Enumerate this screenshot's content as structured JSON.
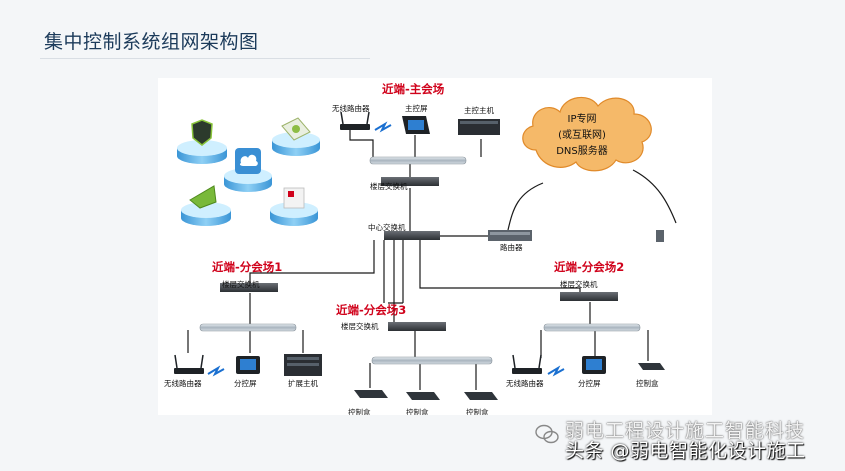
{
  "page": {
    "title": "集中控制系统组网架构图"
  },
  "diagram": {
    "section_main": "近端-主会场",
    "section_b1": "近端-分会场1",
    "section_b2": "近端-分会场2",
    "section_b3": "近端-分会场3",
    "cloud": [
      "IP专网",
      "(或互联网)",
      "DNS服务器"
    ],
    "labels": {
      "wireless_router": "无线路由器",
      "main_screen": "主控屏",
      "main_host": "主控主机",
      "floor_switch": "楼层交换机",
      "core_switch": "中心交换机",
      "router": "路由器",
      "sub_screen": "分控屏",
      "ext_host": "扩展主机",
      "control_box": "控制盒"
    }
  },
  "watermark": {
    "line1": "弱电工程设计施工智能科技",
    "line2": "头条 @弱电智能化设计施工"
  },
  "colors": {
    "section": "#d0021b",
    "bar": "#b9c3cc",
    "wire": "#1a1a1a",
    "cloud": "#f5b969"
  }
}
